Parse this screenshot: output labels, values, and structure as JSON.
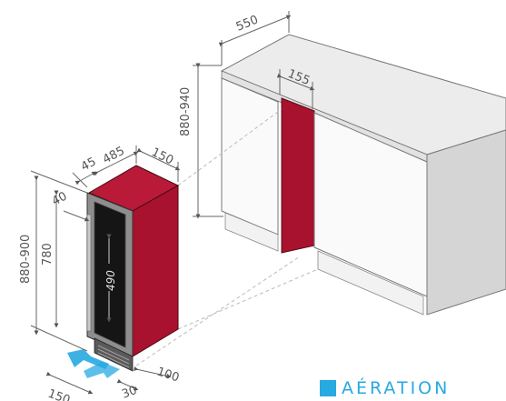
{
  "dimensions": {
    "cabinet_depth": "550",
    "cabinet_height": "880-940",
    "niche_width": "155",
    "top_45": "45",
    "top_485": "485",
    "top_150": "150",
    "left_40": "40",
    "left_880_900": "880-900",
    "left_780": "780",
    "door_490": "490",
    "bottom_100": "100",
    "bottom_30": "30",
    "bottom_150": "150"
  },
  "legend": {
    "label": "AÉRATION",
    "color": "#27a9e1"
  },
  "colors": {
    "appliance_red": "#a8122f",
    "cabinet_white": "#fafafa",
    "cabinet_gray": "#d5d5d5"
  }
}
